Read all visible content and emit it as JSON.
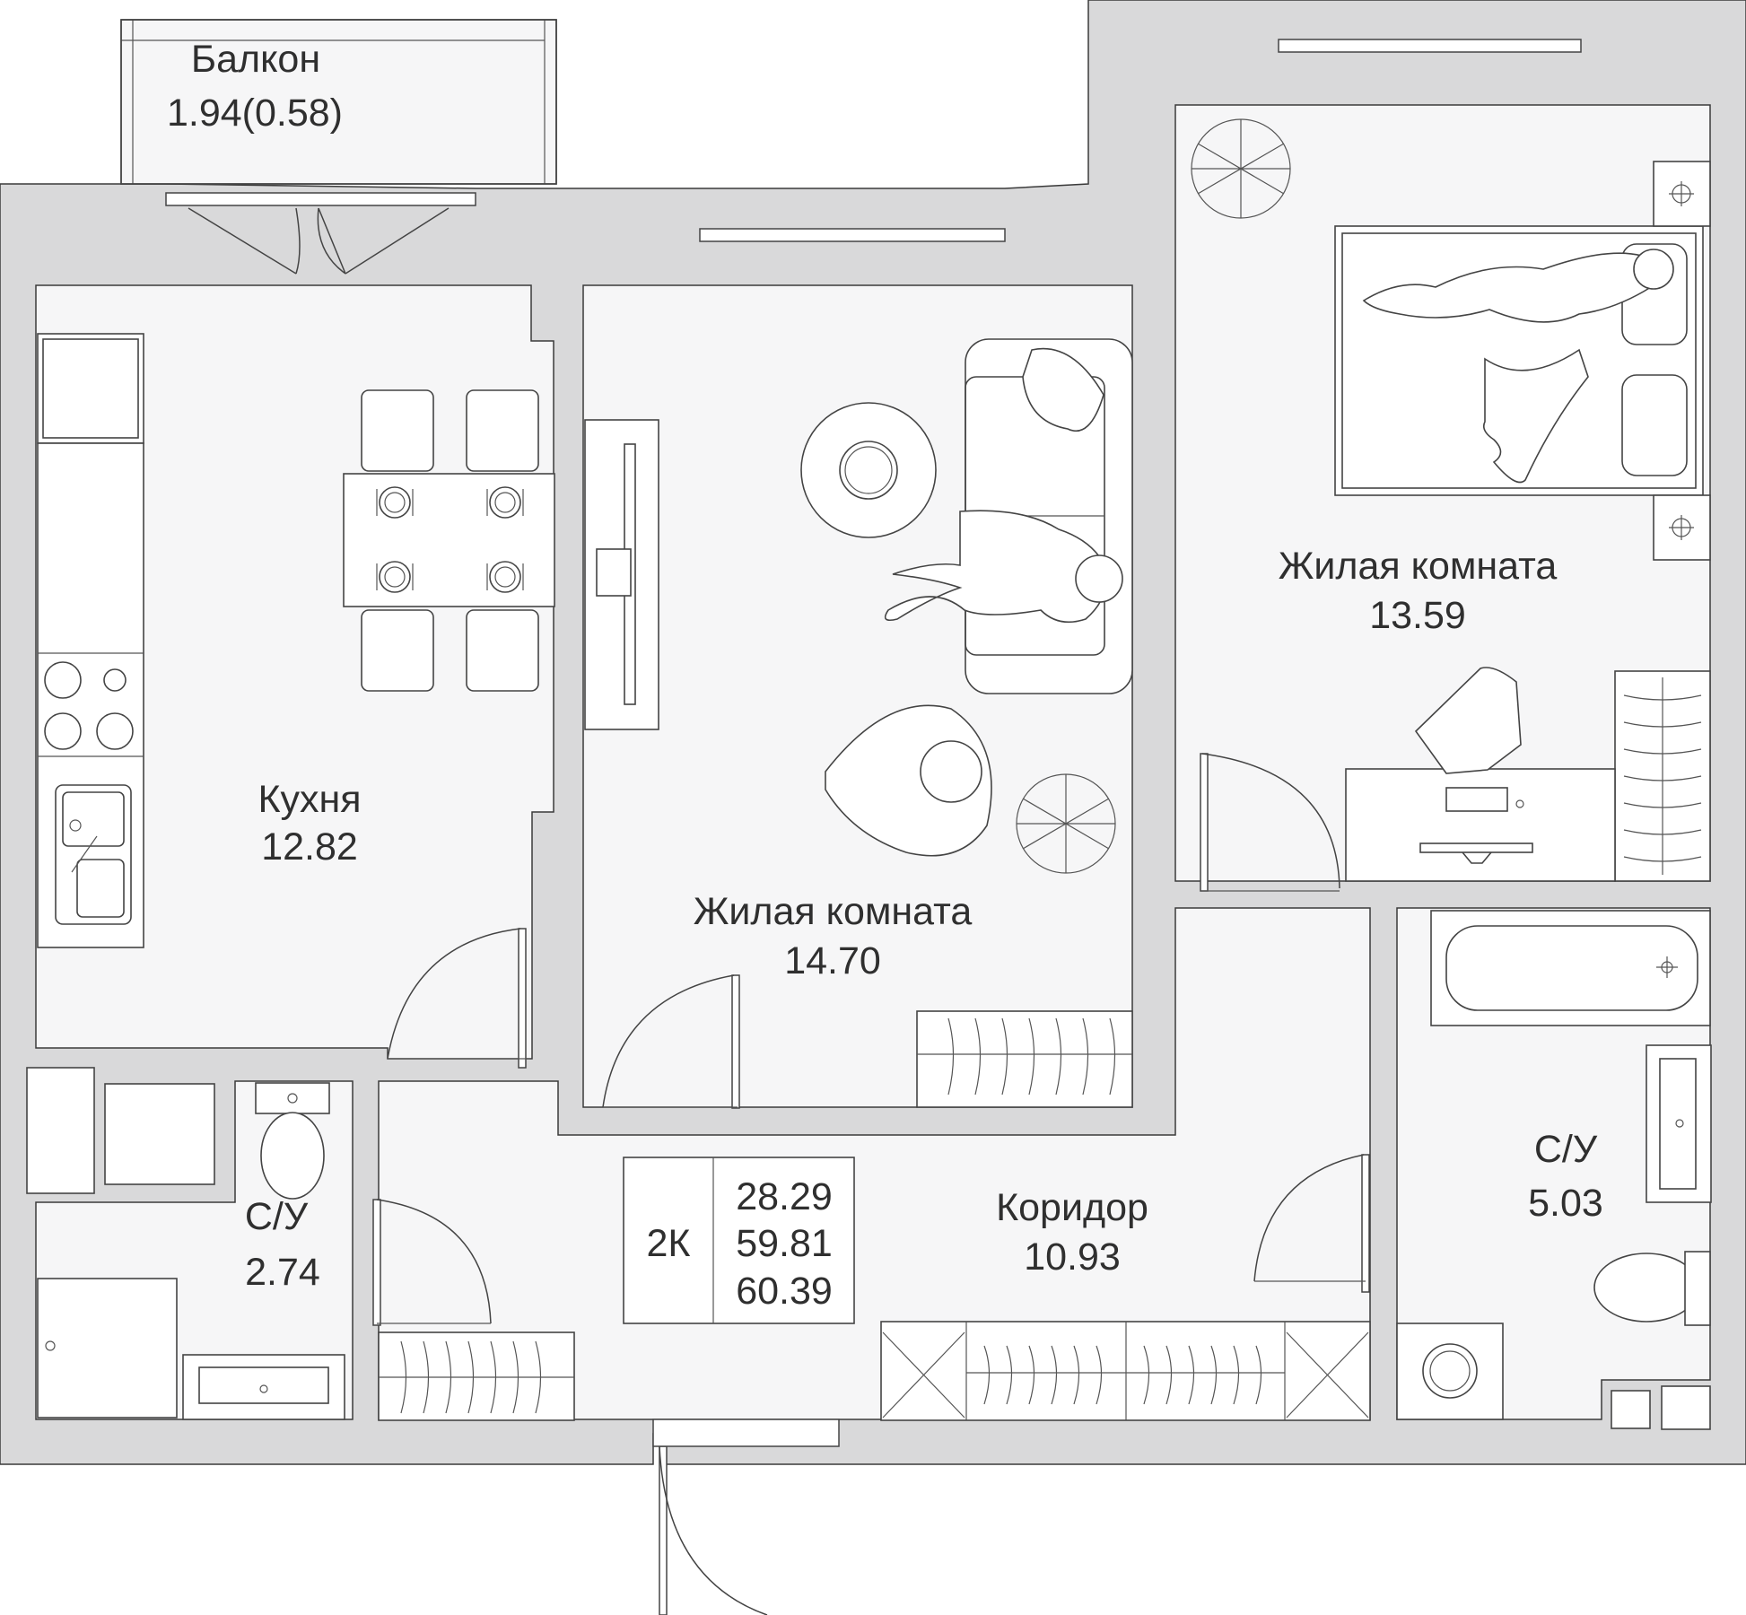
{
  "rooms": {
    "balcony": {
      "name": "Балкон",
      "area": "1.94(0.58)"
    },
    "kitchen": {
      "name": "Кухня",
      "area": "12.82"
    },
    "living_center": {
      "name": "Жилая комната",
      "area": "14.70"
    },
    "living_right": {
      "name": "Жилая комната",
      "area": "13.59"
    },
    "corridor": {
      "name": "Коридор",
      "area": "10.93"
    },
    "bath_left": {
      "name": "С/У",
      "area": "2.74"
    },
    "bath_right": {
      "name": "С/У",
      "area": "5.03"
    }
  },
  "summary": {
    "type": "2К",
    "living_area": "28.29",
    "total_area": "59.81",
    "total_area_with_balcony": "60.39"
  }
}
